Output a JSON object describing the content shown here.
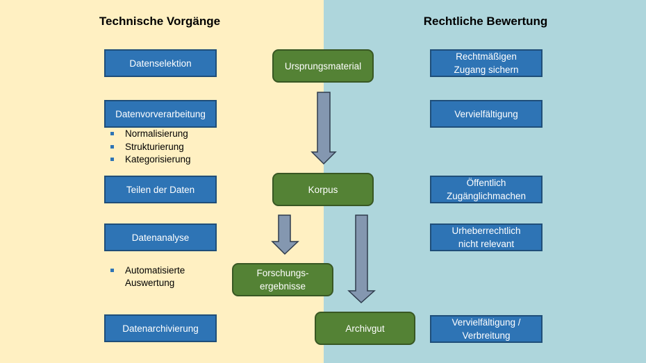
{
  "colors": {
    "left_background": "#fff0c2",
    "right_background": "#aed6dc",
    "blue_box": "#2e74b5",
    "green_box": "#548235",
    "arrow_fill": "#8497b0"
  },
  "headings": {
    "left": "Technische Vorgänge",
    "right": "Rechtliche Bewertung"
  },
  "technical_steps": [
    {
      "label": "Datenselektion",
      "bullets": []
    },
    {
      "label": "Datenvorverarbeitung",
      "bullets": [
        "Normalisierung",
        "Strukturierung",
        "Kategorisierung"
      ]
    },
    {
      "label": "Teilen der Daten",
      "bullets": []
    },
    {
      "label": "Datenanalyse",
      "bullets": [
        "Automatisierte\nAuswertung"
      ]
    },
    {
      "label": "Datenarchivierung",
      "bullets": []
    }
  ],
  "material_nodes": [
    {
      "label": "Ursprungsmaterial"
    },
    {
      "label": "Korpus"
    },
    {
      "label": "Forschungs-\nergebnisse"
    },
    {
      "label": "Archivgut"
    }
  ],
  "legal_assessments": [
    {
      "label": "Rechtmäßigen\nZugang sichern"
    },
    {
      "label": "Vervielfältigung"
    },
    {
      "label": "Öffentlich\nZugänglichmachen"
    },
    {
      "label": "Urheberrechtlich\nnicht relevant"
    },
    {
      "label": "Vervielfältigung  /\nVerbreitung"
    }
  ],
  "flow_arrows": [
    {
      "from": "Ursprungsmaterial",
      "to": "Korpus"
    },
    {
      "from": "Korpus",
      "to": "Forschungs-ergebnisse"
    },
    {
      "from": "Korpus",
      "to": "Archivgut"
    }
  ]
}
